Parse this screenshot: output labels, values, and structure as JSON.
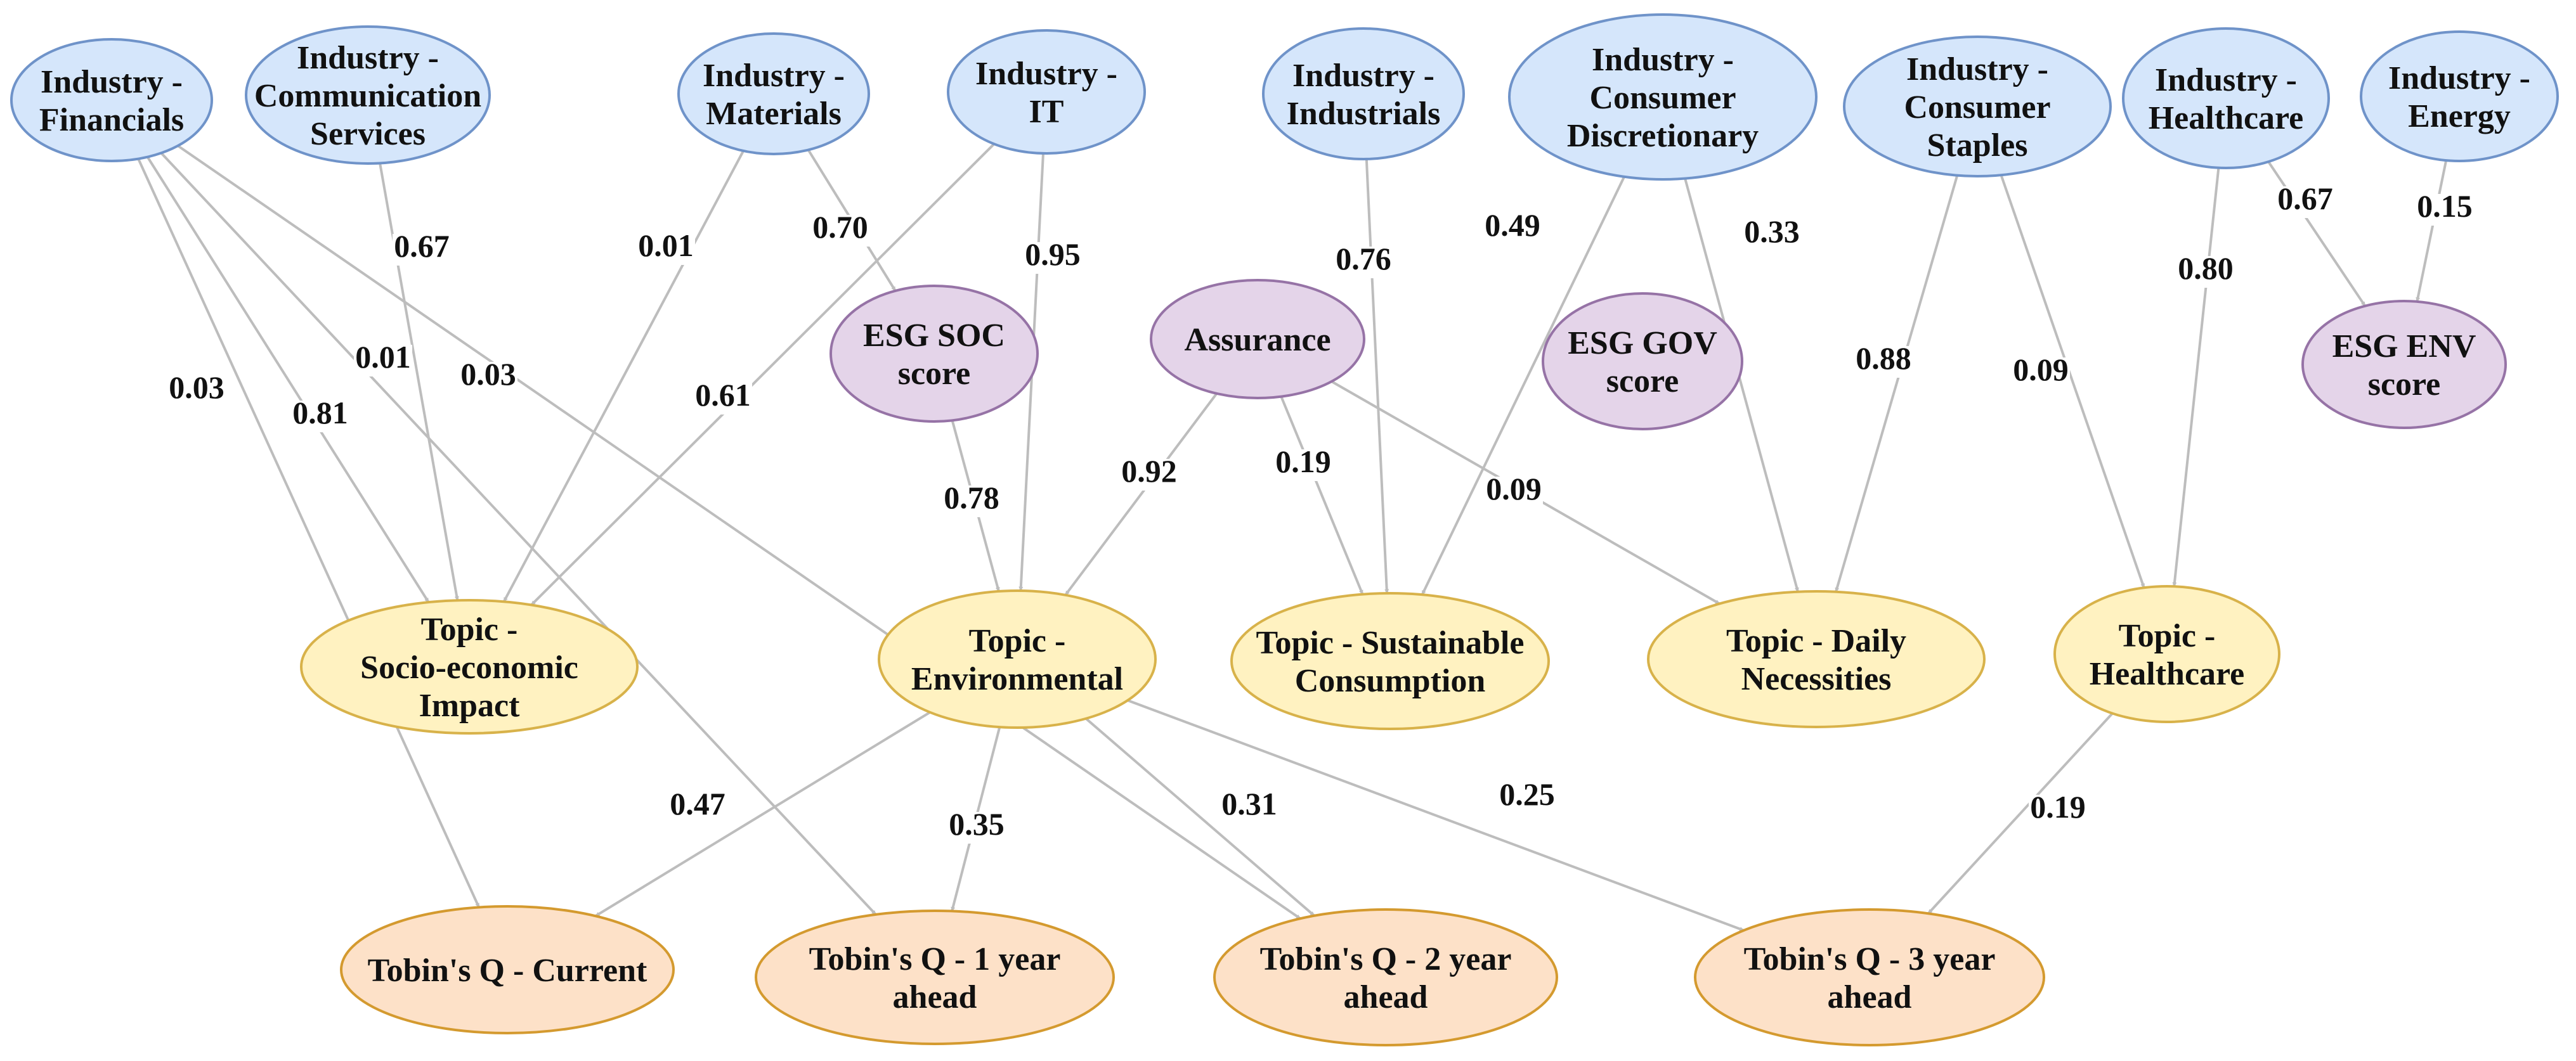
{
  "colors": {
    "industry_fill": "#d5e6fb",
    "industry_stroke": "#6f93c9",
    "esg_fill": "#e4d4e9",
    "esg_stroke": "#9673a6",
    "topic_fill": "#fff2c1",
    "topic_stroke": "#d8b24a",
    "tobin_fill": "#fde1c8",
    "tobin_stroke": "#d49a2f",
    "edge": "#bdbdbd"
  },
  "nodes": [
    {
      "id": "ind_fin",
      "kind": "industry",
      "lines": [
        "Industry -",
        "Financials"
      ]
    },
    {
      "id": "ind_comm",
      "kind": "industry",
      "lines": [
        "Industry -",
        "Communication",
        "Services"
      ]
    },
    {
      "id": "ind_mat",
      "kind": "industry",
      "lines": [
        "Industry -",
        "Materials"
      ]
    },
    {
      "id": "ind_it",
      "kind": "industry",
      "lines": [
        "Industry -",
        "IT"
      ]
    },
    {
      "id": "ind_ind",
      "kind": "industry",
      "lines": [
        "Industry -",
        "Industrials"
      ]
    },
    {
      "id": "ind_cd",
      "kind": "industry",
      "lines": [
        "Industry -",
        "Consumer",
        "Discretionary"
      ]
    },
    {
      "id": "ind_cs",
      "kind": "industry",
      "lines": [
        "Industry -",
        "Consumer",
        "Staples"
      ]
    },
    {
      "id": "ind_hc",
      "kind": "industry",
      "lines": [
        "Industry -",
        "Healthcare"
      ]
    },
    {
      "id": "ind_en",
      "kind": "industry",
      "lines": [
        "Industry -",
        "Energy"
      ]
    },
    {
      "id": "esg_soc",
      "kind": "esg",
      "lines": [
        "ESG SOC",
        "score"
      ]
    },
    {
      "id": "assurance",
      "kind": "esg",
      "lines": [
        "Assurance"
      ]
    },
    {
      "id": "esg_gov",
      "kind": "esg",
      "lines": [
        "ESG GOV",
        "score"
      ]
    },
    {
      "id": "esg_env",
      "kind": "esg",
      "lines": [
        "ESG ENV",
        "score"
      ]
    },
    {
      "id": "t_socio",
      "kind": "topic",
      "lines": [
        "Topic -",
        "Socio-economic",
        "Impact"
      ]
    },
    {
      "id": "t_env",
      "kind": "topic",
      "lines": [
        "Topic -",
        "Environmental"
      ]
    },
    {
      "id": "t_sust",
      "kind": "topic",
      "lines": [
        "Topic - Sustainable",
        "Consumption"
      ]
    },
    {
      "id": "t_daily",
      "kind": "topic",
      "lines": [
        "Topic - Daily",
        "Necessities"
      ]
    },
    {
      "id": "t_hc",
      "kind": "topic",
      "lines": [
        "Topic -",
        "Healthcare"
      ]
    },
    {
      "id": "tq_cur",
      "kind": "tobin",
      "lines": [
        "Tobin's Q - Current"
      ]
    },
    {
      "id": "tq_1",
      "kind": "tobin",
      "lines": [
        "Tobin's Q - 1 year",
        "ahead"
      ]
    },
    {
      "id": "tq_2",
      "kind": "tobin",
      "lines": [
        "Tobin's Q - 2 year",
        "ahead"
      ]
    },
    {
      "id": "tq_3",
      "kind": "tobin",
      "lines": [
        "Tobin's Q - 3 year",
        "ahead"
      ]
    }
  ],
  "edges": [
    {
      "from": "ind_fin",
      "to": "tq_cur",
      "label": "0.03"
    },
    {
      "from": "ind_fin",
      "to": "t_socio",
      "label": "0.81"
    },
    {
      "from": "ind_fin",
      "to": "tq_1",
      "label": "0.01"
    },
    {
      "from": "ind_fin",
      "to": "tq_2",
      "label": "0.03"
    },
    {
      "from": "ind_comm",
      "to": "t_socio",
      "label": "0.67"
    },
    {
      "from": "ind_mat",
      "to": "t_socio",
      "label": "0.01"
    },
    {
      "from": "ind_mat",
      "to": "esg_soc",
      "label": "0.70"
    },
    {
      "from": "ind_it",
      "to": "t_socio",
      "label": "0.61"
    },
    {
      "from": "ind_it",
      "to": "t_env",
      "label": "0.95"
    },
    {
      "from": "esg_soc",
      "to": "t_env",
      "label": "0.78"
    },
    {
      "from": "assurance",
      "to": "t_env",
      "label": "0.92"
    },
    {
      "from": "assurance",
      "to": "t_sust",
      "label": "0.19"
    },
    {
      "from": "assurance",
      "to": "t_daily",
      "label": "0.09"
    },
    {
      "from": "ind_ind",
      "to": "t_sust",
      "label": "0.76"
    },
    {
      "from": "ind_cd",
      "to": "t_sust",
      "label": "0.49"
    },
    {
      "from": "ind_cd",
      "to": "t_daily",
      "label": "0.33"
    },
    {
      "from": "ind_cs",
      "to": "t_daily",
      "label": "0.88"
    },
    {
      "from": "ind_cs",
      "to": "t_hc",
      "label": "0.09"
    },
    {
      "from": "ind_hc",
      "to": "t_hc",
      "label": "0.80"
    },
    {
      "from": "ind_hc",
      "to": "esg_env",
      "label": "0.67"
    },
    {
      "from": "ind_en",
      "to": "esg_env",
      "label": "0.15"
    },
    {
      "from": "t_env",
      "to": "tq_cur",
      "label": "0.47"
    },
    {
      "from": "t_env",
      "to": "tq_1",
      "label": "0.35"
    },
    {
      "from": "t_env",
      "to": "tq_2",
      "label": "0.31"
    },
    {
      "from": "t_env",
      "to": "tq_3",
      "label": "0.25"
    },
    {
      "from": "t_hc",
      "to": "tq_3",
      "label": "0.19"
    }
  ]
}
